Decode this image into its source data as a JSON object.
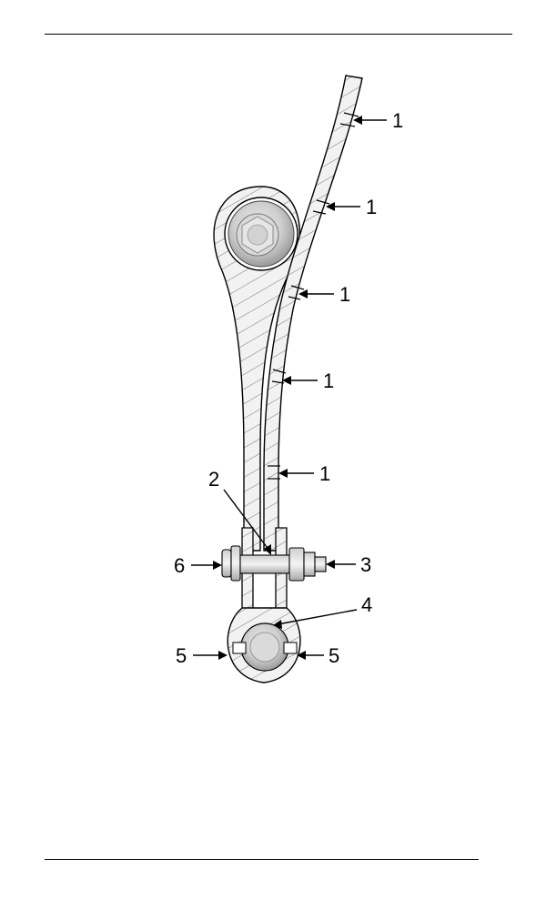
{
  "diagram": {
    "callouts": {
      "c1a": "1",
      "c1b": "1",
      "c1c": "1",
      "c1d": "1",
      "c1e": "1",
      "c2": "2",
      "c3": "3",
      "c4": "4",
      "c5l": "5",
      "c5r": "5",
      "c6": "6"
    }
  }
}
